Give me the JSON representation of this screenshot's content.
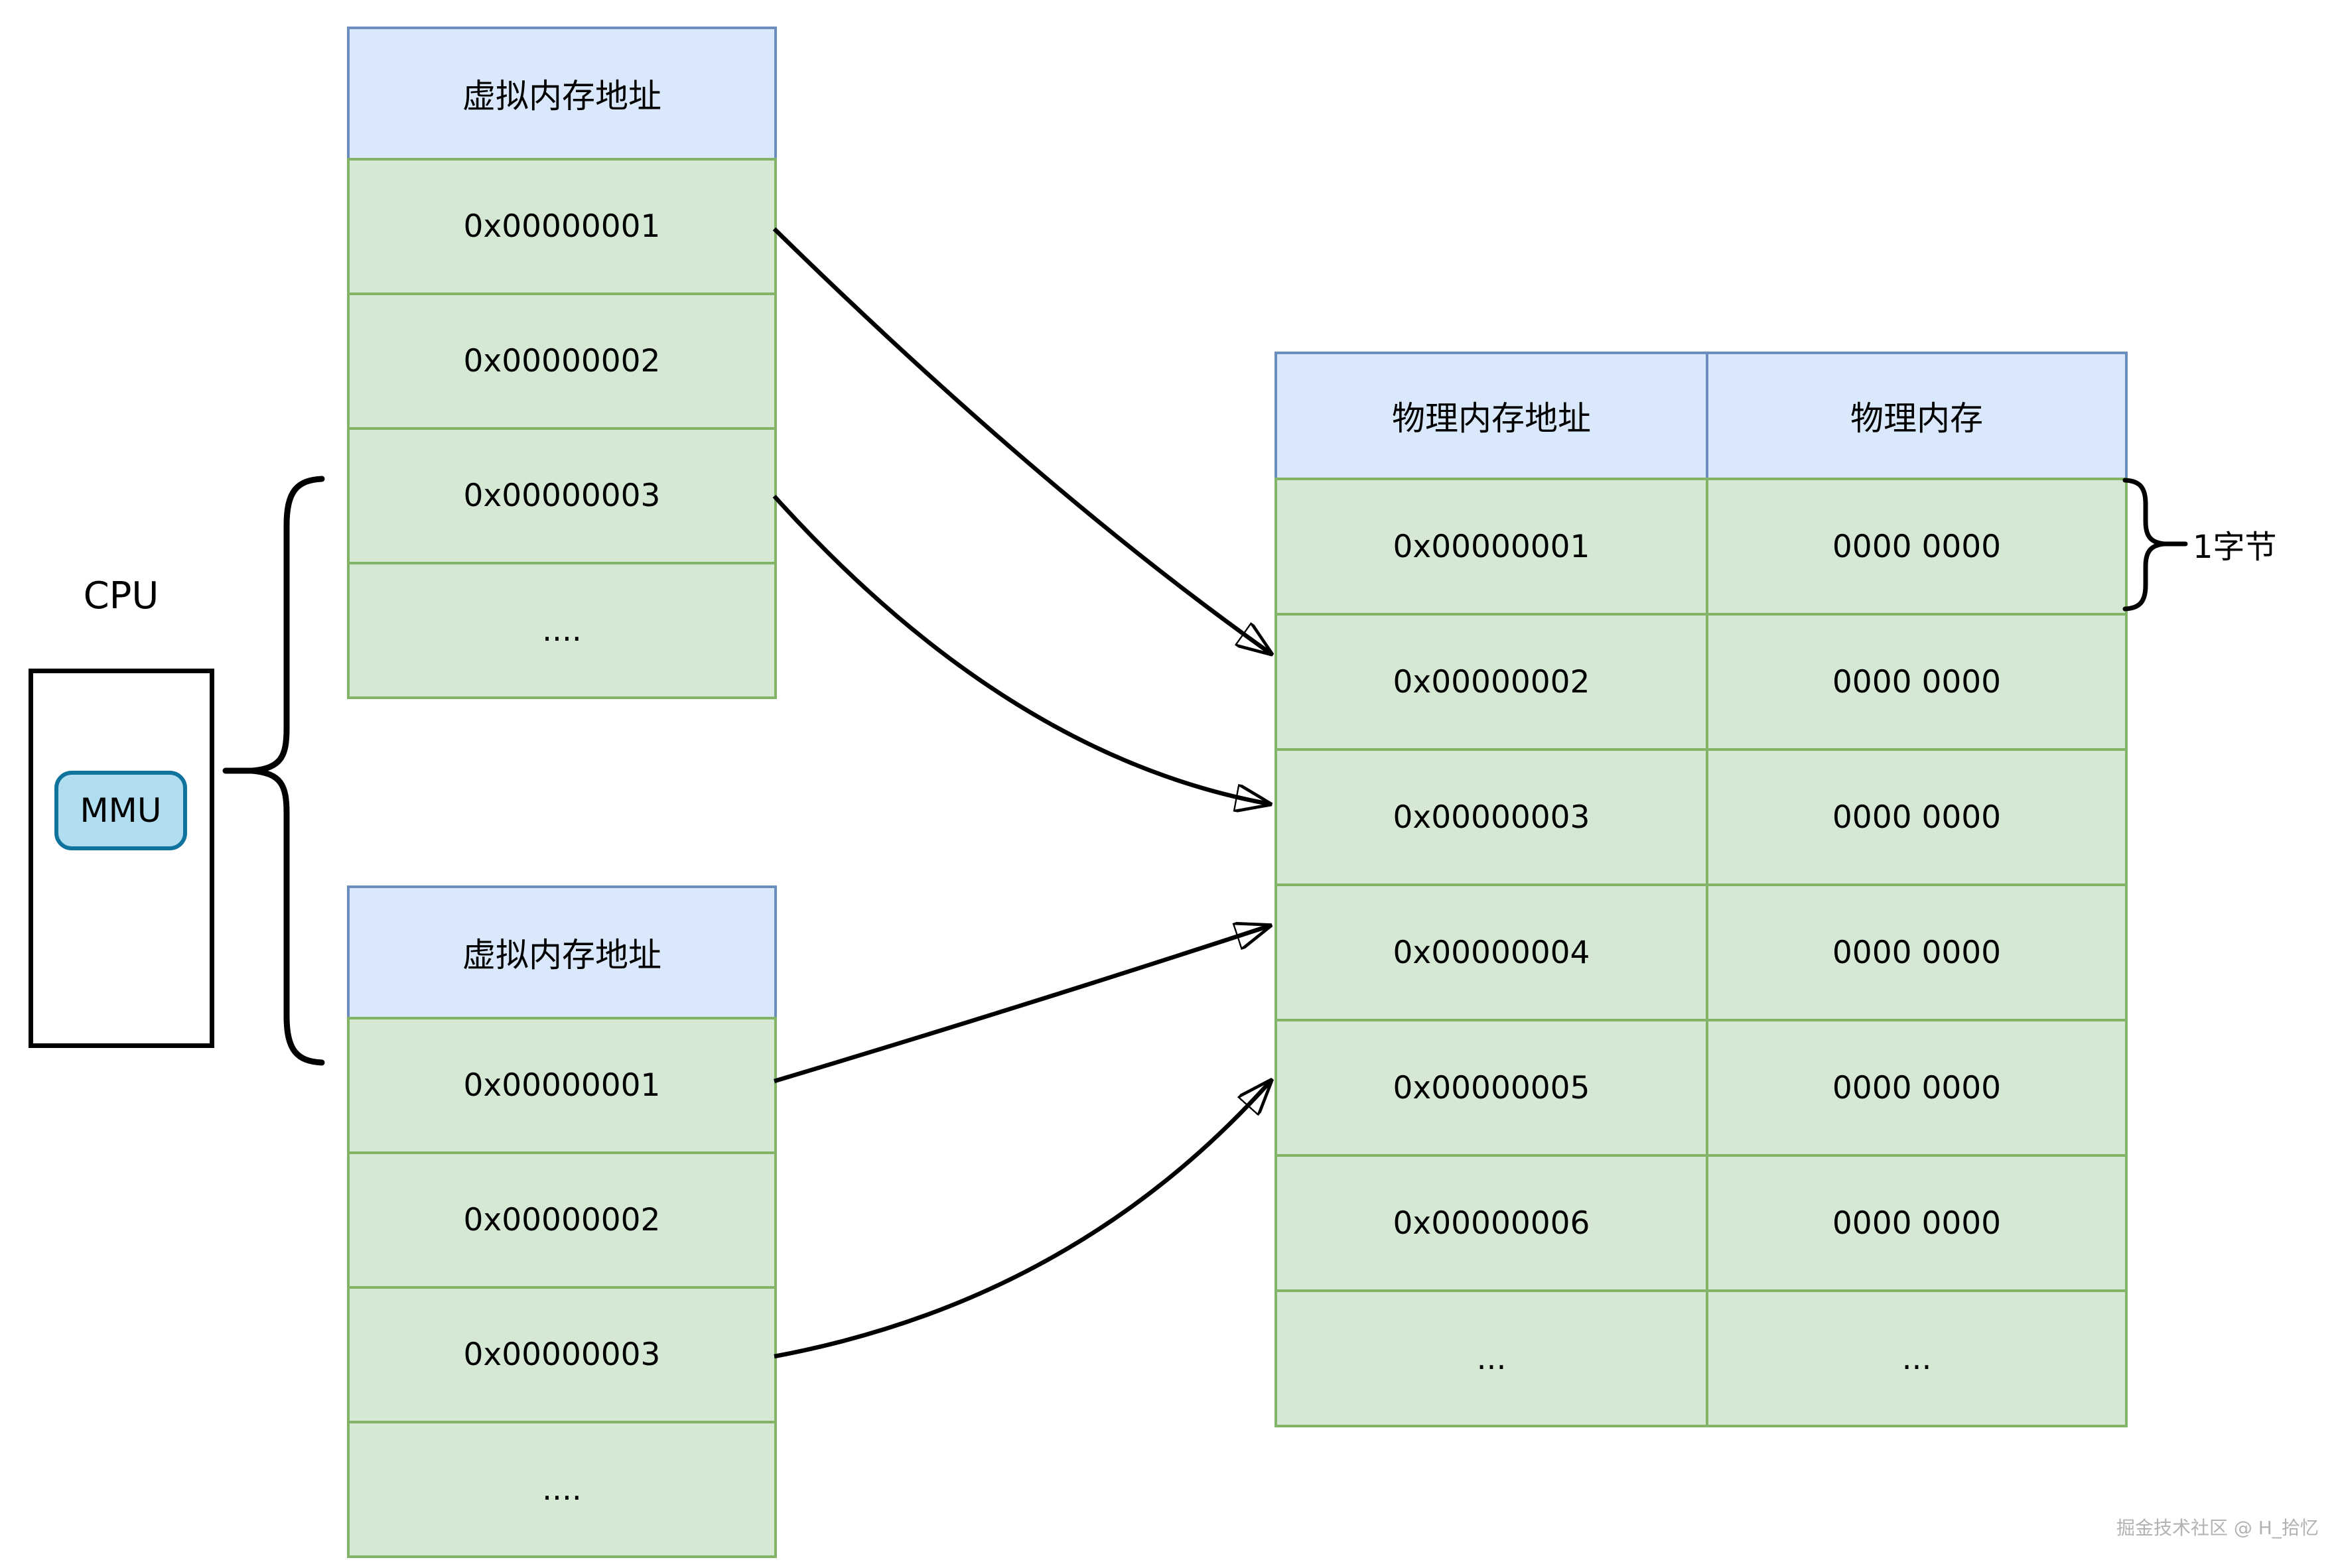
{
  "cpu": {
    "label": "CPU",
    "mmu_label": "MMU"
  },
  "virtual_table_top": {
    "header": "虚拟内存地址",
    "rows": [
      "0x00000001",
      "0x00000002",
      "0x00000003",
      "...."
    ]
  },
  "virtual_table_bottom": {
    "header": "虚拟内存地址",
    "rows": [
      "0x00000001",
      "0x00000002",
      "0x00000003",
      "...."
    ]
  },
  "physical_table": {
    "headers": [
      "物理内存地址",
      "物理内存"
    ],
    "rows": [
      [
        "0x00000001",
        "0000 0000"
      ],
      [
        "0x00000002",
        "0000 0000"
      ],
      [
        "0x00000003",
        "0000 0000"
      ],
      [
        "0x00000004",
        "0000 0000"
      ],
      [
        "0x00000005",
        "0000 0000"
      ],
      [
        "0x00000006",
        "0000 0000"
      ],
      [
        "...",
        "..."
      ]
    ]
  },
  "annotations": {
    "byte_label": "1字节",
    "watermark": "掘金技术社区 @ H_拾忆"
  },
  "mappings": [
    {
      "from": "virtual-top 0x00000001",
      "to": "physical 0x00000002"
    },
    {
      "from": "virtual-top 0x00000003",
      "to": "physical 0x00000003"
    },
    {
      "from": "virtual-bottom 0x00000001",
      "to": "physical 0x00000004"
    },
    {
      "from": "virtual-bottom 0x00000003",
      "to": "physical 0x00000005"
    }
  ],
  "colors": {
    "green_fill": "#d5e8d4",
    "green_border": "#82b366",
    "blue_fill": "#dae8fc",
    "blue_border": "#6c8ebf",
    "mmu_fill": "#b1ddf0",
    "mmu_border": "#10739e",
    "line": "#000000",
    "watermark_text": "#b3b3b3"
  }
}
